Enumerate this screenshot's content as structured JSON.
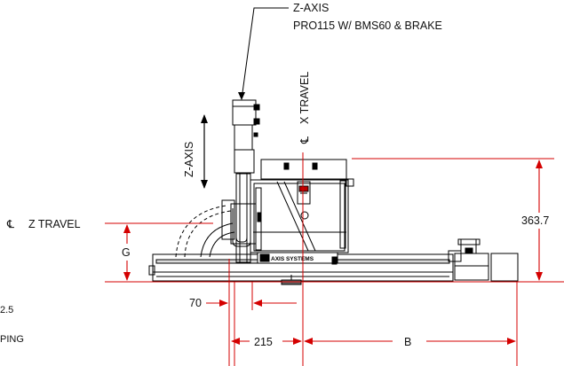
{
  "callout": {
    "title": "Z-AXIS",
    "subtitle": "PRO115 W/ BMS60 & BRAKE"
  },
  "labels": {
    "x_travel": "X TRAVEL",
    "z_axis": "Z-AXIS",
    "z_travel": "Z TRAVEL",
    "centerline_symbol": "℄",
    "g": "G",
    "height": "363.7",
    "dim_70": "70",
    "dim_215": "215",
    "dim_b": "B",
    "left_edge_1": "2.5",
    "left_edge_2": "PING"
  },
  "logo_text": "AXIS SYSTEMS",
  "colors": {
    "dimension": "#d40000",
    "drawing": "#000000"
  }
}
